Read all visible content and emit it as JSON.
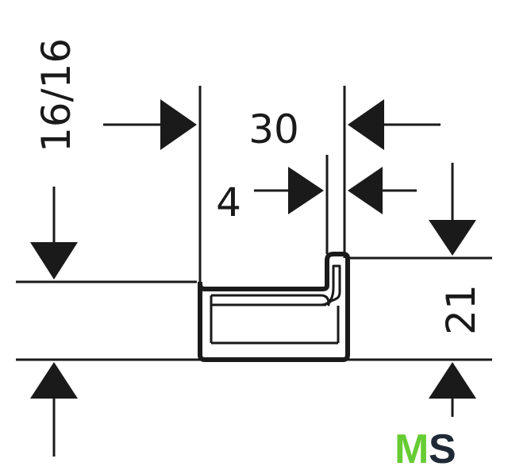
{
  "dimensions": {
    "total_width": "30",
    "gap_width": "4",
    "thickness": "16/16",
    "height": "21"
  },
  "logo": {
    "letter_m": "M",
    "letter_s": "S",
    "color_m": "#66cc33",
    "color_s": "#1f2a36"
  },
  "colors": {
    "line": "#1a1a1a",
    "background": "#ffffff"
  }
}
